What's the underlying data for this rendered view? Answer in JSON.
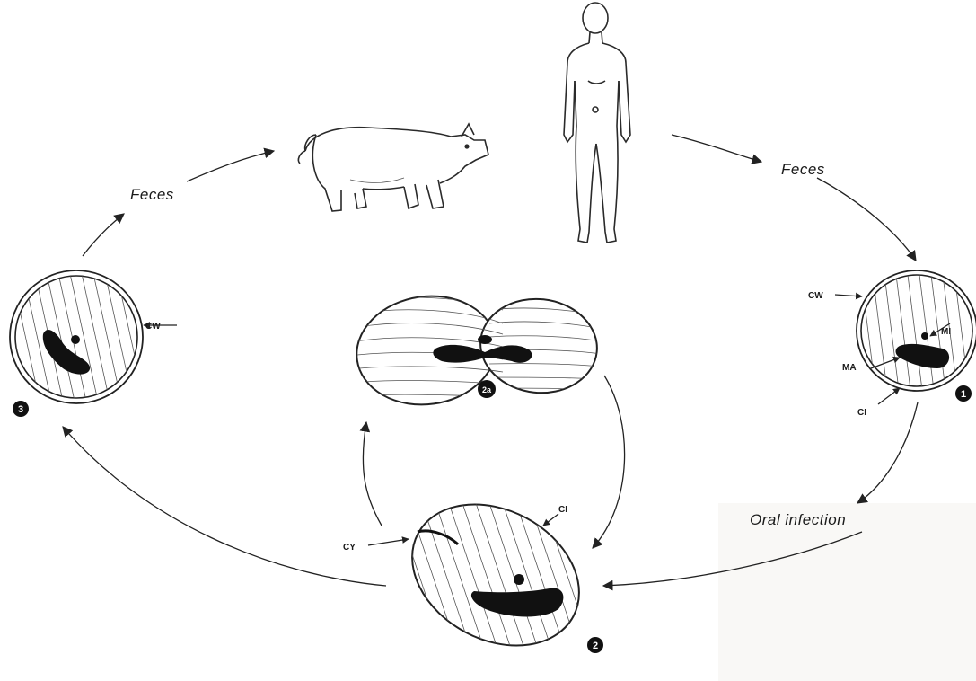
{
  "labels": {
    "feces_left": "Feces",
    "feces_right": "Feces",
    "oral_infection": "Oral infection",
    "cw_left": "CW",
    "cw_right": "CW",
    "mi": "MI",
    "ma": "MA",
    "ci_right": "CI",
    "ci_bottom": "CI",
    "cy": "CY"
  },
  "stage_numbers": {
    "stage1": "1",
    "stage2": "2",
    "stage2a": "2a",
    "stage3": "3"
  },
  "icons": {
    "human": "human-figure-icon",
    "pig": "pig-icon"
  },
  "colors": {
    "ink": "#1a1a1a",
    "paper": "#ffffff"
  }
}
